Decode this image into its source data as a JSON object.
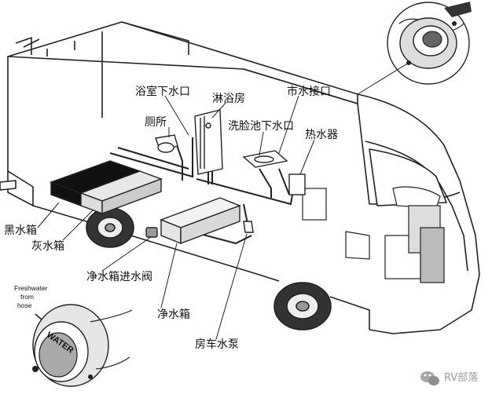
{
  "labels": {
    "bath_drain": "浴室下水口",
    "shower": "淋浴房",
    "city_water": "市水接口",
    "toilet": "厕所",
    "sink_drain": "洗脸池下水口",
    "water_heater": "热水器",
    "black_tank": "黑水箱",
    "grey_tank": "灰水箱",
    "inlet_valve": "净水箱进水阀",
    "fresh_tank": "净水箱",
    "pump": "房车水泵"
  },
  "inset": {
    "caption_line1": "Freshwater",
    "caption_line2": "from",
    "caption_line3": "hose",
    "cap_text": "WATER"
  },
  "watermark": {
    "text": "RV部落"
  }
}
